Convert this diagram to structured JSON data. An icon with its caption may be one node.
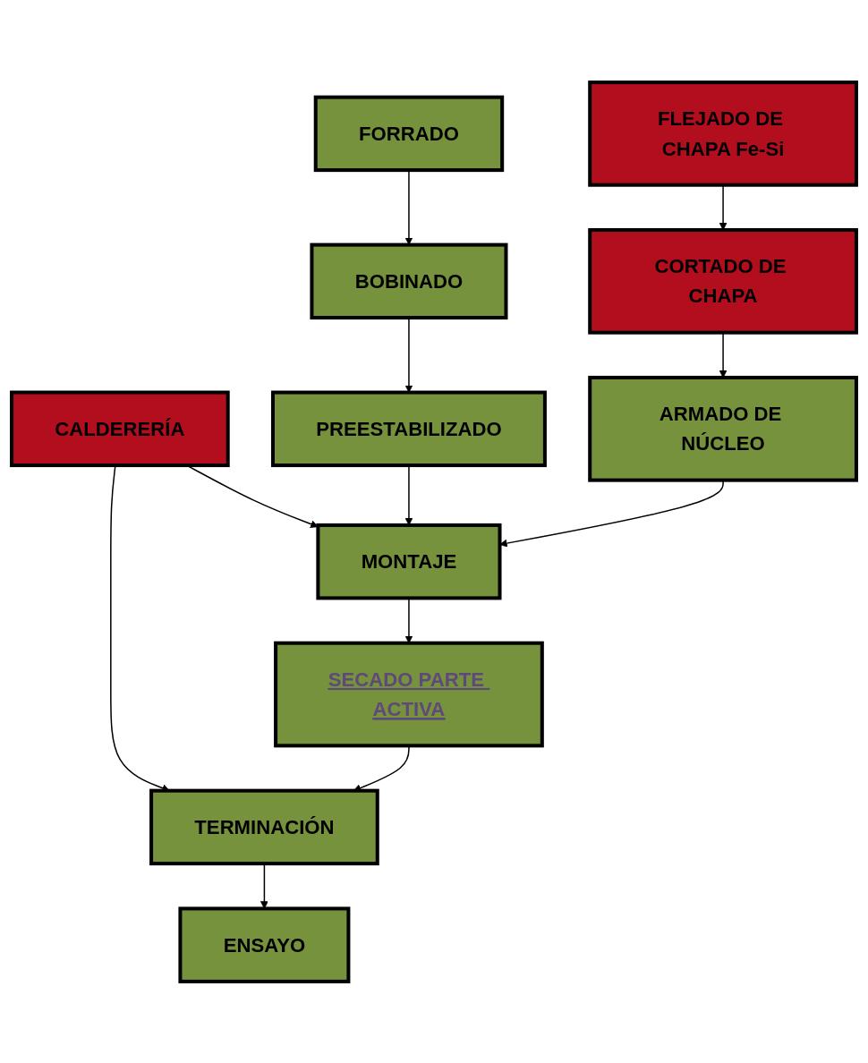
{
  "diagram": {
    "nodes": [
      {
        "text": [
          "FLEJADO DE CHAPA Fe-Si"
        ]
      },
      {
        "text": [
          "FORRADO"
        ]
      },
      {
        "text": [
          "BOBINADO"
        ]
      },
      {
        "text": [
          "CORTADO DE CHAPA"
        ]
      },
      {
        "text": [
          "CALDERERÍA"
        ]
      },
      {
        "text": [
          "ARMADO DE NÚCLEO"
        ]
      },
      {
        "text": [
          "PREESTABILIZADO"
        ]
      },
      {
        "text": [
          "MONTAJE"
        ]
      },
      {
        "text": [
          "SECADO PARTE ACTIVA"
        ]
      },
      {
        "text": [
          "TERMINACIÓN"
        ]
      },
      {
        "text": [
          "ENSAYO"
        ]
      }
    ],
    "edges": [
      {
        "from": 0,
        "to": 3,
        "arrow": "to"
      },
      {
        "from": 3,
        "to": 5,
        "arrow": "to"
      },
      {
        "from": 1,
        "to": 2,
        "arrow": "to"
      },
      {
        "from": 2,
        "to": 6,
        "arrow": "to"
      },
      {
        "from": 4,
        "to": 7,
        "arrow": "to"
      },
      {
        "from": 5,
        "to": 7,
        "arrow": "to"
      },
      {
        "from": 6,
        "to": 7,
        "arrow": "to"
      },
      {
        "from": 7,
        "to": 8,
        "arrow": "to"
      },
      {
        "from": 8,
        "to": 9,
        "arrow": "to"
      },
      {
        "from": 4,
        "to": 9,
        "arrow": "to"
      },
      {
        "from": 9,
        "to": 10,
        "arrow": "to"
      }
    ]
  }
}
